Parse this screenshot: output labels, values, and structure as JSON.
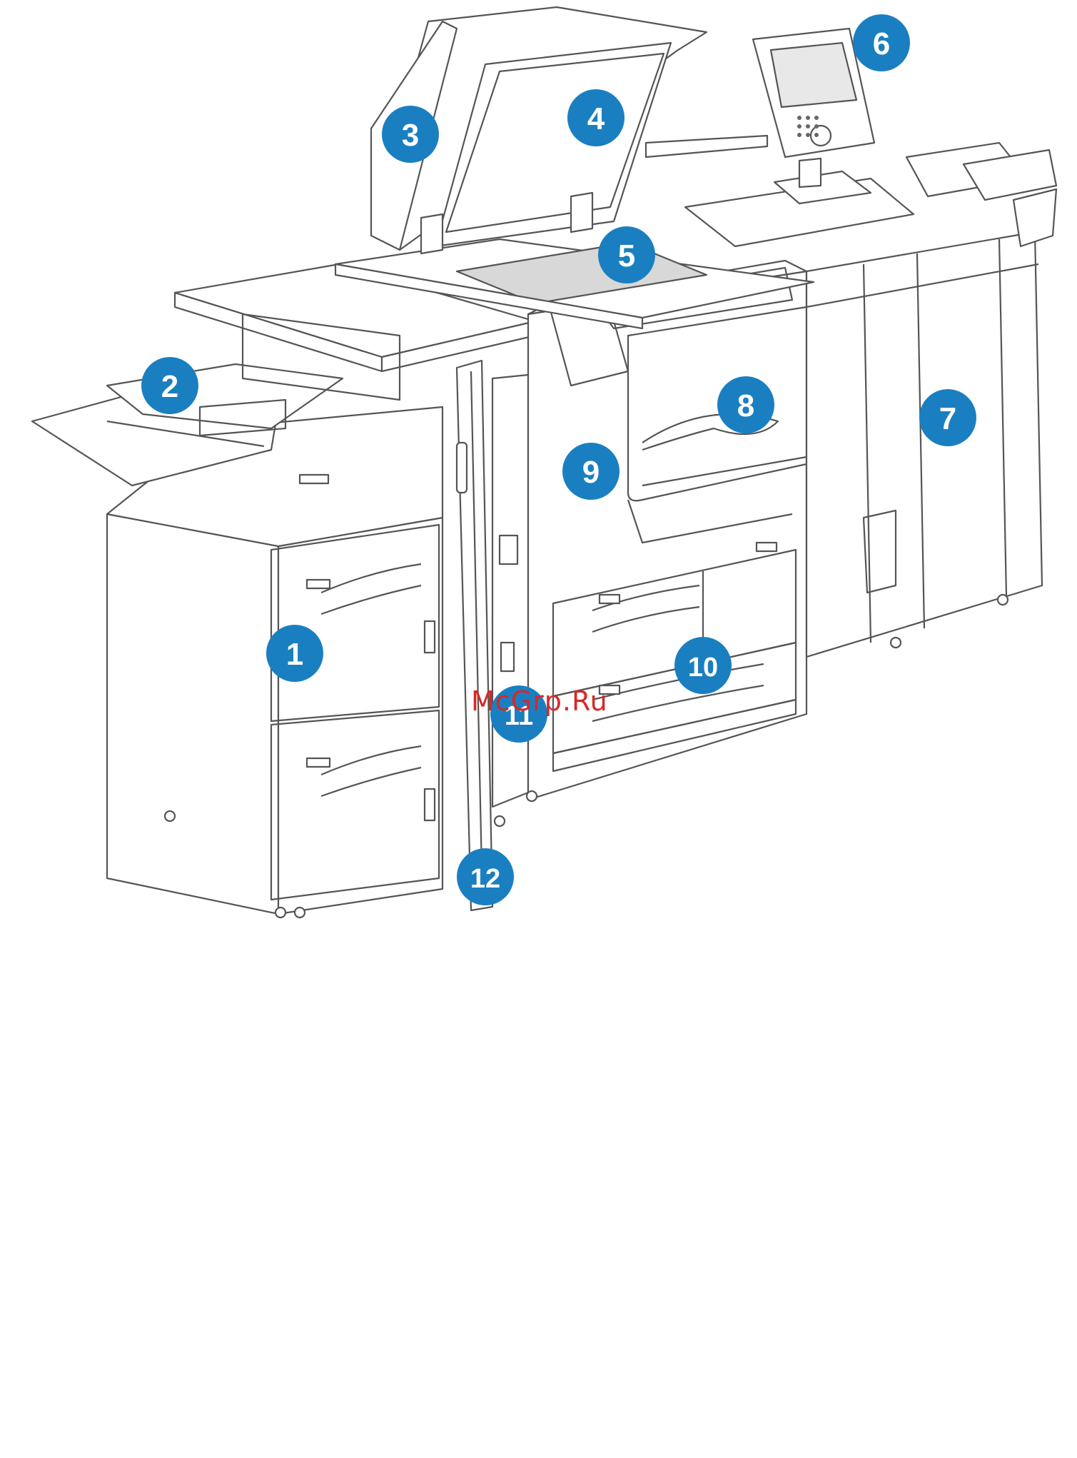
{
  "figure": {
    "callouts": [
      "1",
      "2",
      "3",
      "4",
      "5",
      "6",
      "7",
      "8",
      "9",
      "10",
      "11",
      "12"
    ],
    "callout_color": "#1a7fc1",
    "line_color": "#555555",
    "body_color": "#ffffff"
  },
  "watermark": {
    "text": "McGrp.Ru",
    "color": "#d62828"
  }
}
